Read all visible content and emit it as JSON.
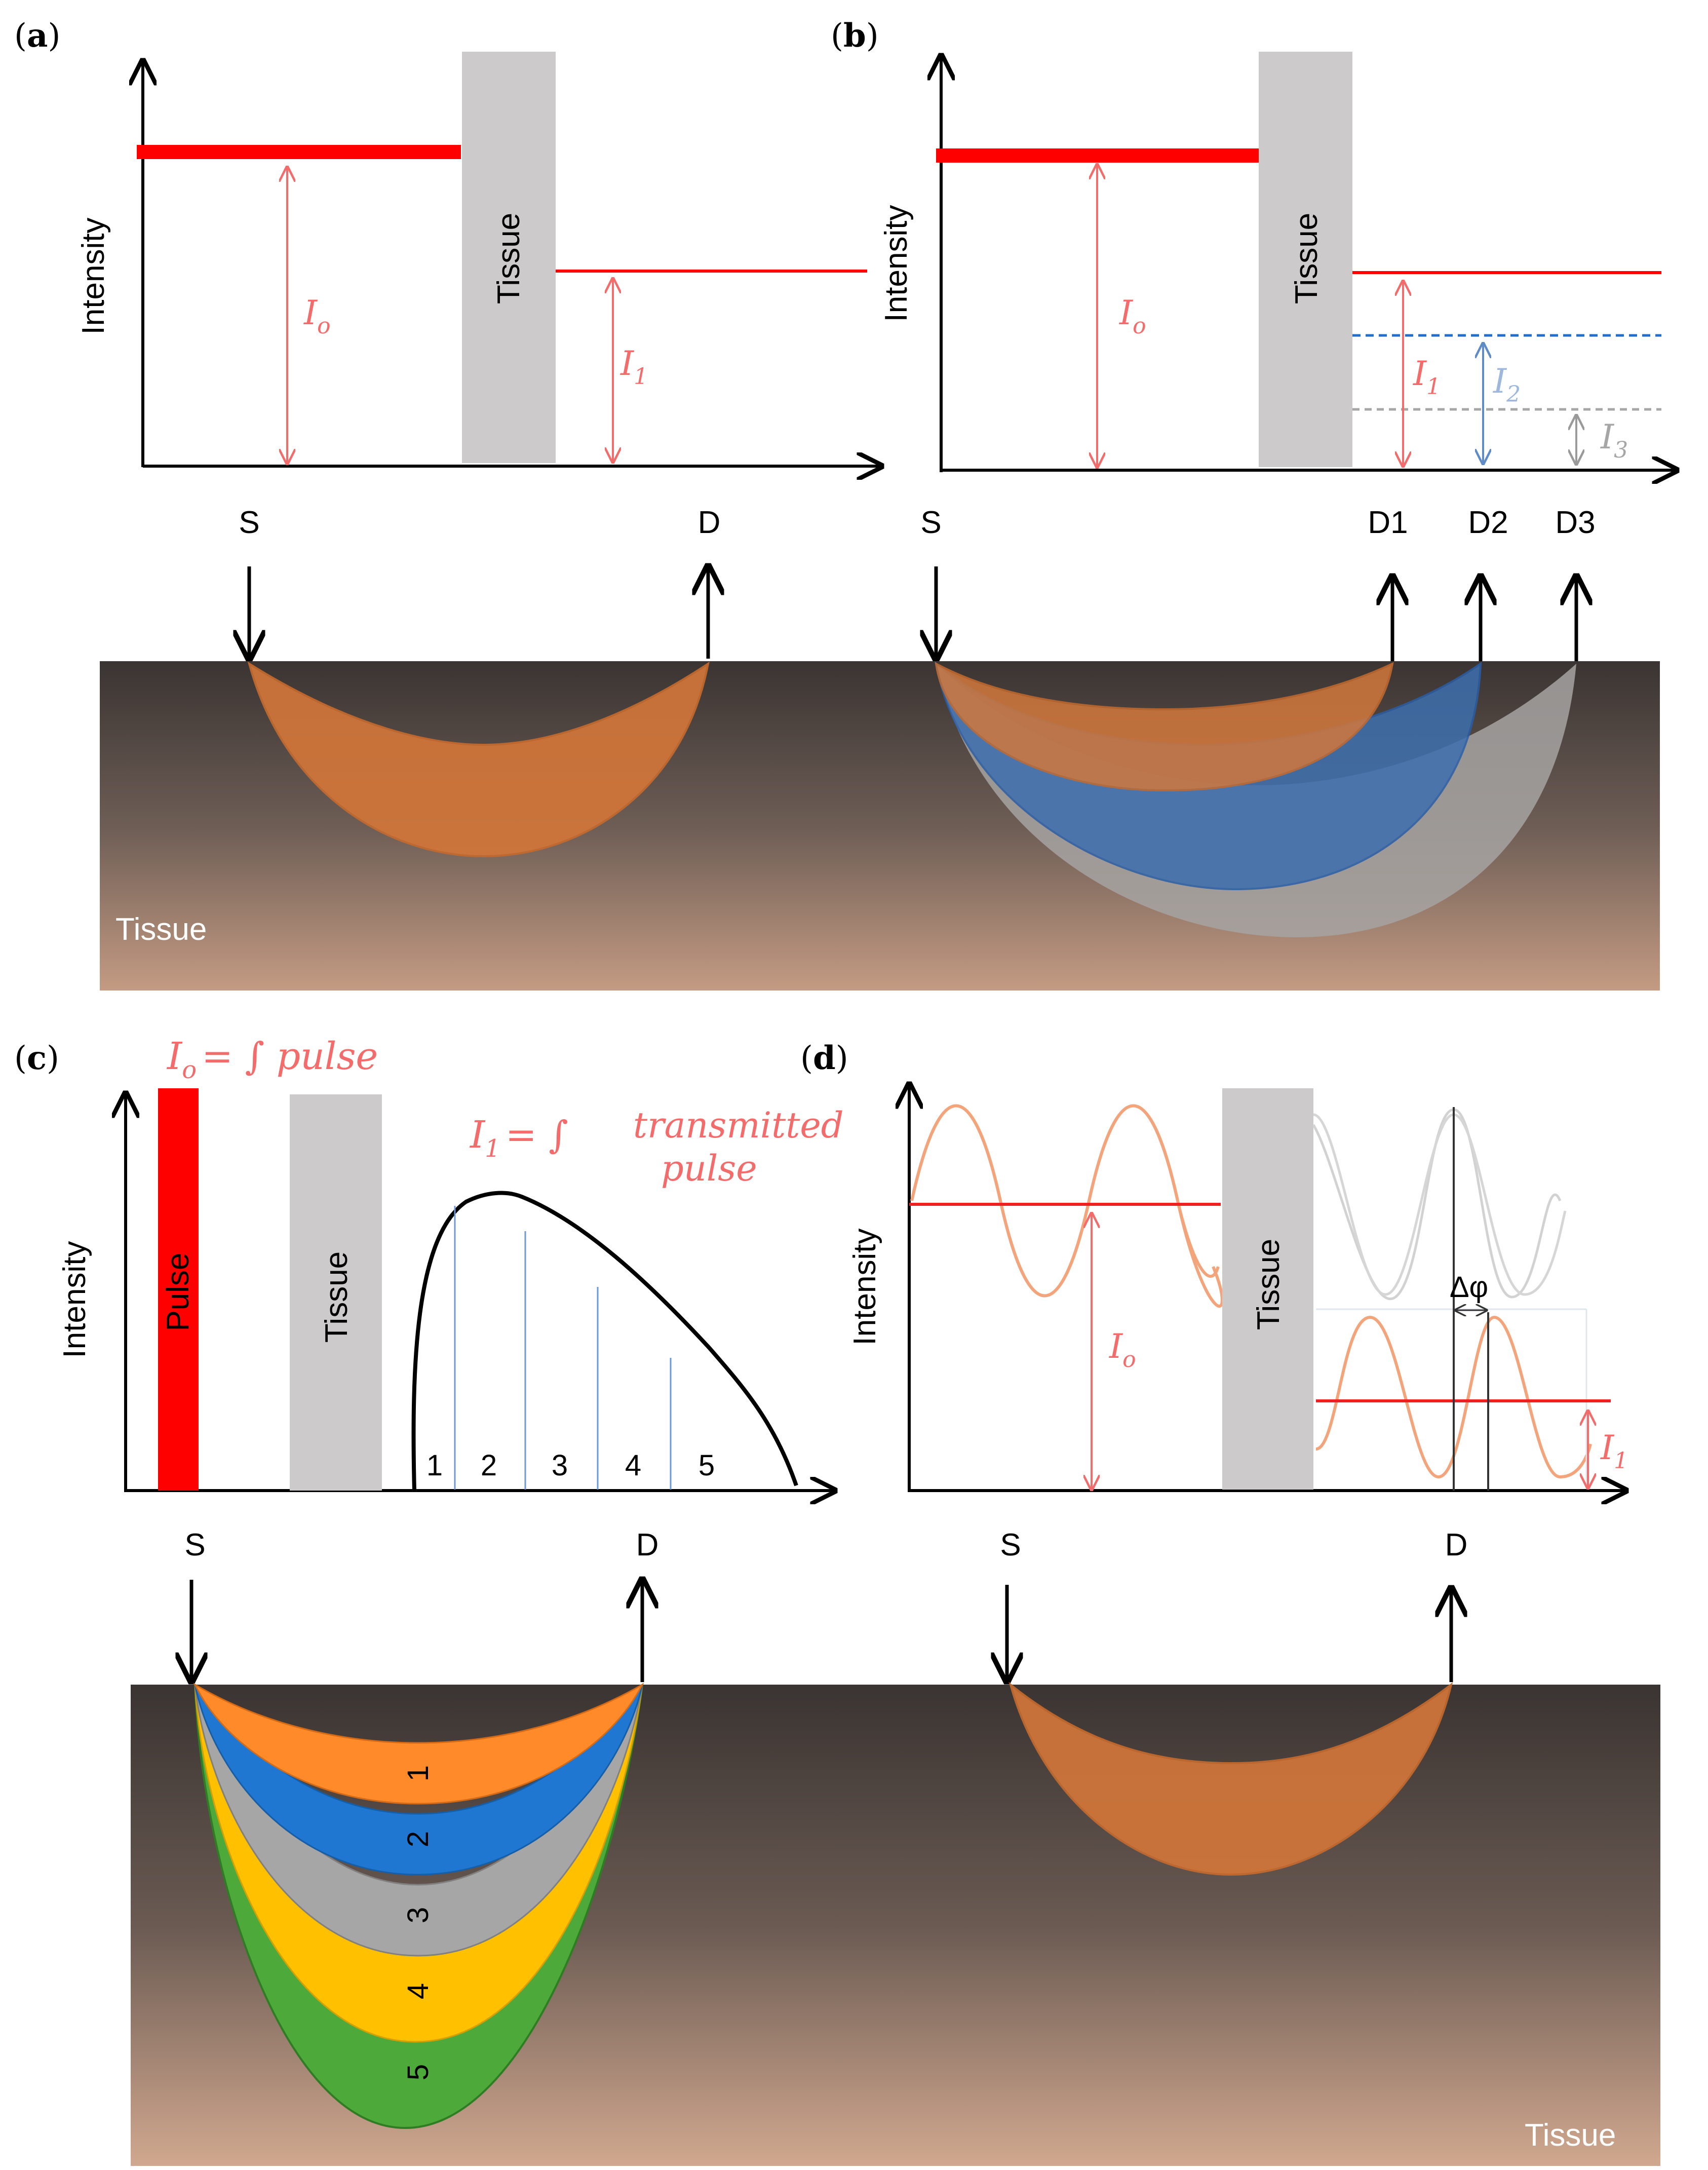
{
  "panels": {
    "a": {
      "label": "a",
      "y_label": "Intensity",
      "tissue": "Tissue",
      "incident": {
        "symbol": "I",
        "sub": "o"
      },
      "transmitted": {
        "symbol": "I",
        "sub": "1"
      },
      "source": "S",
      "detector": "D",
      "bottom_tissue": "Tissue"
    },
    "b": {
      "label": "b",
      "y_label": "Intensity",
      "tissue": "Tissue",
      "incident": {
        "symbol": "I",
        "sub": "o"
      },
      "transmitted": [
        {
          "symbol": "I",
          "sub": "1",
          "color": "#f36b6b"
        },
        {
          "symbol": "I",
          "sub": "2",
          "color": "#9db8dc"
        },
        {
          "symbol": "I",
          "sub": "3",
          "color": "#a6a6a6"
        }
      ],
      "source": "S",
      "detectors": [
        "D1",
        "D2",
        "D3"
      ]
    },
    "c": {
      "label": "c",
      "y_label": "Intensity",
      "pulse": "Pulse",
      "tissue": "Tissue",
      "eq_incident": {
        "symbol": "I",
        "sub": "o",
        "rhs": "= ∫ pulse"
      },
      "eq_transmitted": {
        "symbol": "I",
        "sub": "1",
        "rhs": "= ∫",
        "line1": "transmitted",
        "line2": "pulse"
      },
      "bins": [
        "1",
        "2",
        "3",
        "4",
        "5"
      ],
      "source": "S",
      "detector": "D",
      "banana_labels": [
        "1",
        "2",
        "3",
        "4",
        "5"
      ]
    },
    "d": {
      "label": "d",
      "y_label": "Intensity",
      "tissue": "Tissue",
      "incident": {
        "symbol": "I",
        "sub": "o"
      },
      "transmitted": {
        "symbol": "I",
        "sub": "1"
      },
      "phase": "Δφ",
      "source": "S",
      "detector": "D",
      "bottom_tissue": "Tissue"
    }
  },
  "colors": {
    "red": "#ff0000",
    "light_red": "#f36b6b",
    "tissue_gray": "#cccaca",
    "orange": "#e07a2e",
    "blue": "#3d78c0",
    "gray": "#a3a3a3",
    "yellow": "#ffc000",
    "green": "#4ea93b",
    "bright_blue": "#1f77d2",
    "bright_orange": "#ff8a2a"
  }
}
